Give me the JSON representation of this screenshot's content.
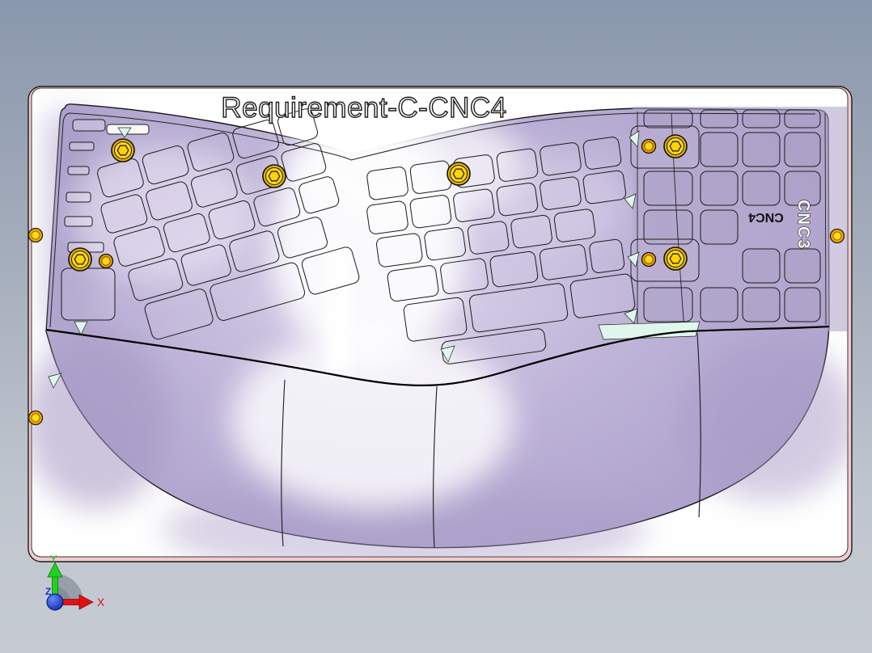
{
  "viewport": {
    "title": "Requirement-C-CNC4",
    "labels": {
      "cnc3": "CNC3",
      "cnc4": "CNC4"
    },
    "triad": {
      "x_label": "X",
      "y_label": "Y",
      "z_label": "Z"
    },
    "colors": {
      "background_top": "#8a98ad",
      "background_bottom": "#c6cbd3",
      "sketch_plate": "#ffffff",
      "plate_edge_pink": "#f2cbce",
      "model_base": "#b6aad2",
      "model_shadow": "#a195c1",
      "specular_highlight": "#ffffff",
      "mint_highlight": "#dff6ec",
      "screw_gold": "#ffd914",
      "screw_ring_orange": "#f0a000",
      "axis_x": "#e01010",
      "axis_y": "#18c518",
      "axis_z": "#1133cc"
    }
  }
}
